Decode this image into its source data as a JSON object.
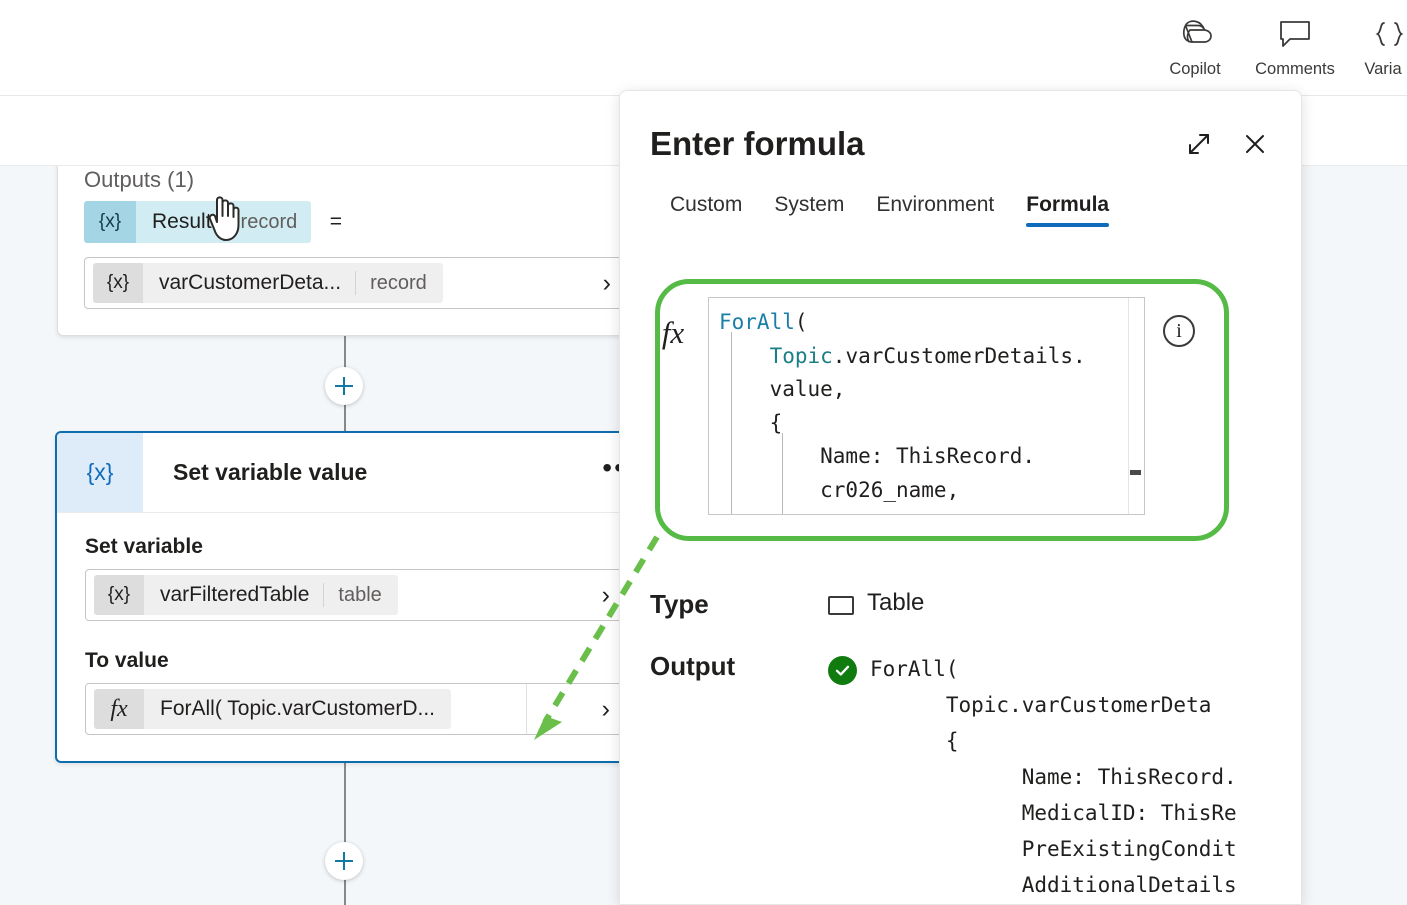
{
  "topbar": {
    "items": [
      {
        "label": "Copilot",
        "icon": "copilot-icon"
      },
      {
        "label": "Comments",
        "icon": "comments-icon"
      },
      {
        "label": "Varia",
        "icon": "variables-icon"
      }
    ]
  },
  "canvas": {
    "outputs_card": {
      "title": "Outputs (1)",
      "result_chip": {
        "icon": "{x}",
        "name": "Result",
        "type": "record"
      },
      "equals": "=",
      "value_field": {
        "icon": "{x}",
        "name": "varCustomerDeta...",
        "type": "record",
        "chevron": "›"
      }
    },
    "setvar_node": {
      "icon": "{x}",
      "title": "Set variable value",
      "overflow": "•••",
      "set_variable_label": "Set variable",
      "set_variable_field": {
        "icon": "{x}",
        "name": "varFilteredTable",
        "type": "table",
        "chevron": "›"
      },
      "to_value_label": "To value",
      "to_value_field": {
        "icon": "fx",
        "name": "ForAll( Topic.varCustomerD...",
        "chevron": "›"
      }
    },
    "add_button_label": "+"
  },
  "panel": {
    "title": "Enter formula",
    "expand_icon": "expand-icon",
    "close_icon": "close-icon",
    "tabs": [
      {
        "label": "Custom",
        "active": false
      },
      {
        "label": "System",
        "active": false
      },
      {
        "label": "Environment",
        "active": false
      },
      {
        "label": "Formula",
        "active": true
      }
    ],
    "formula_editor": {
      "fx_glyph": "fx",
      "lines": [
        "ForAll(",
        "    Topic.varCustomerDetails.",
        "    value,",
        "    {",
        "        Name: ThisRecord.",
        "        cr026_name,"
      ],
      "info_icon": "info-icon"
    },
    "type_row": {
      "label": "Type",
      "icon": "table-icon",
      "value": "Table"
    },
    "output_row": {
      "label": "Output",
      "status_icon": "success-check-icon",
      "lines": [
        "ForAll(",
        "      Topic.varCustomerDeta",
        "      {",
        "            Name: ThisRecord.",
        "            MedicalID: ThisRe",
        "            PreExistingCondit",
        "            AdditionalDetails"
      ]
    }
  },
  "annotation": {
    "highlight_color": "#56bb46",
    "arrow_color": "#6abf4b",
    "arrow_label": "formula-callout-arrow"
  },
  "colors": {
    "accent_blue": "#0f6cbd",
    "node_border": "#0f6cad",
    "plus_blue": "#107aa5",
    "success_green": "#107c10",
    "canvas_bg": "#f4f7fa"
  }
}
